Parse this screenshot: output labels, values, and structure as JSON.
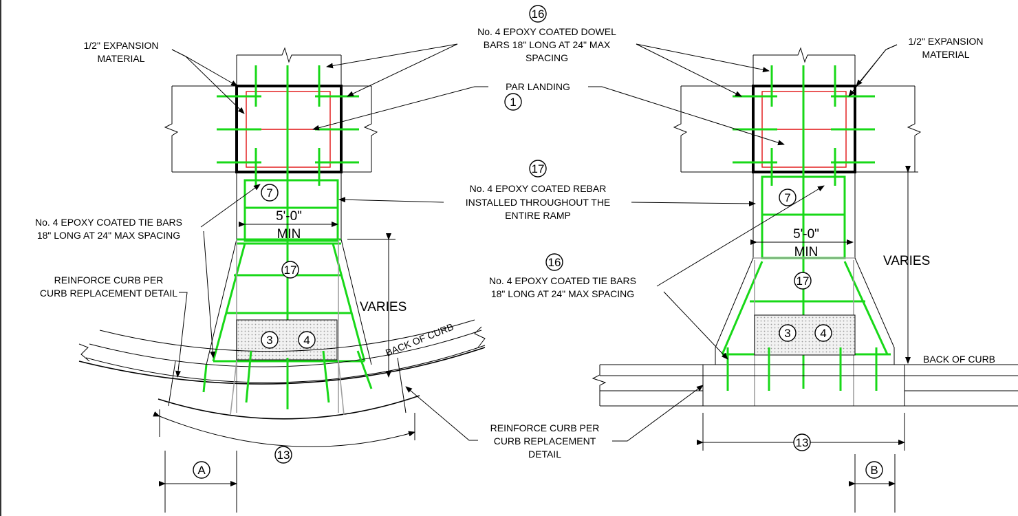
{
  "labels": {
    "dowel_bars": [
      "No. 4 EPOXY COATED DOWEL",
      "BARS 18\" LONG AT 24\" MAX",
      "SPACING"
    ],
    "expansion_left": [
      "1/2\" EXPANSION",
      "MATERIAL"
    ],
    "expansion_right": [
      "1/2\" EXPANSION",
      "MATERIAL"
    ],
    "par_landing": "PAR LANDING",
    "rebar": [
      "No. 4 EPOXY COATED REBAR",
      "INSTALLED THROUGHOUT THE",
      "ENTIRE RAMP"
    ],
    "tie_bars_left": [
      "No. 4 EPOXY COATED TIE BARS",
      "18\" LONG AT 24\" MAX SPACING"
    ],
    "tie_bars_right": [
      "No. 4 EPOXY COATED TIE BARS",
      "18\" LONG AT 24\" MAX SPACING"
    ],
    "reinforce_left": [
      "REINFORCE CURB PER",
      "CURB REPLACEMENT DETAIL"
    ],
    "reinforce_right": [
      "REINFORCE CURB PER",
      "CURB REPLACEMENT",
      "DETAIL"
    ],
    "min_width": [
      "5'-0\"",
      "MIN"
    ],
    "varies": "VARIES",
    "back_of_curb": "BACK OF CURB"
  },
  "callouts": {
    "c16": "16",
    "c1": "1",
    "c17": "17",
    "c7": "7",
    "c3": "3",
    "c4": "4",
    "c13": "13",
    "cA": "A",
    "cB": "B"
  },
  "colors": {
    "rebar": "#18d818",
    "landing": "#e01010",
    "outline": "#000000",
    "joint": "#a0a0a0"
  }
}
